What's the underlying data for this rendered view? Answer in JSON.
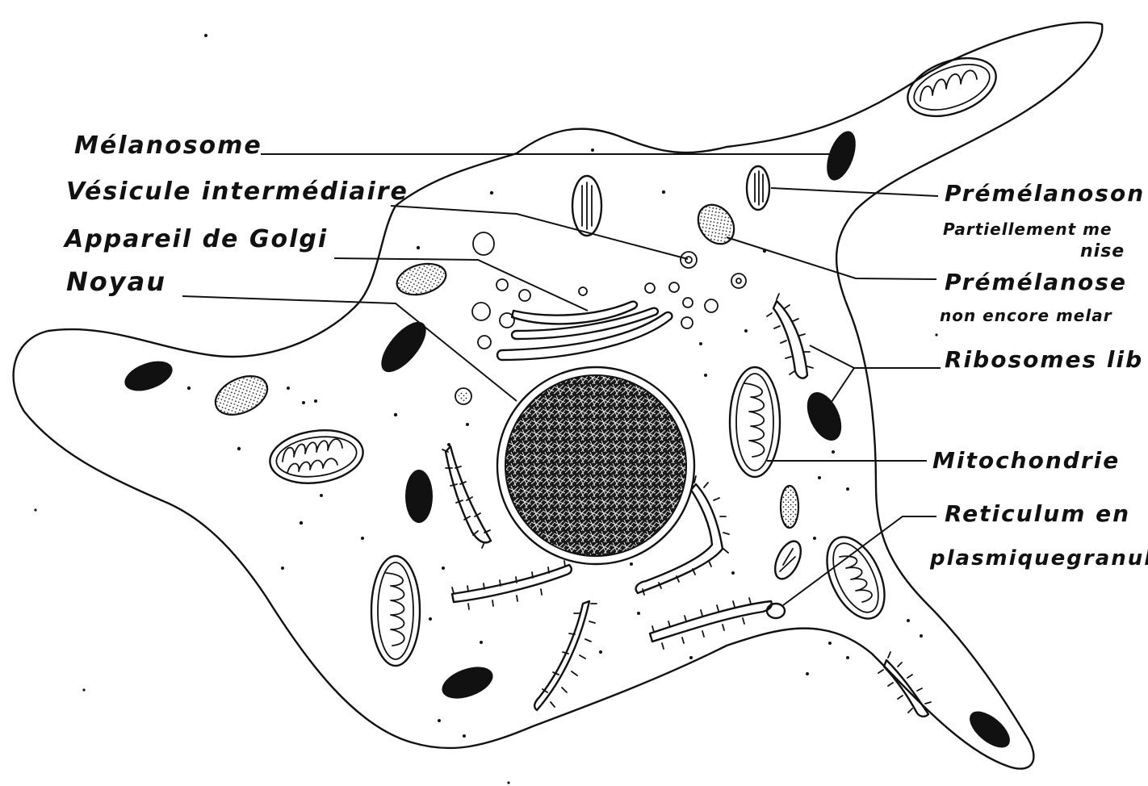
{
  "labels": {
    "melanosome": "Mélanosome",
    "vesicule": "Vésicule intermédiaire",
    "golgi": "Appareil de Golgi",
    "noyau": "Noyau",
    "premelanosome_1": "Prémélanoson",
    "premelanosome_1_line2": "Partiellement me",
    "premelanosome_1_line3": "nise",
    "premelanosome_2": "Prémélanose",
    "premelanosome_2_line2": "non encore melar",
    "ribosomes": "Ribosomes lib",
    "mitochondrie": "Mitochondrie",
    "reticulum": "Reticulum en",
    "reticulum_line2": "plasmiquegranul"
  },
  "colors": {
    "ink": "#111111",
    "paper": "#ffffff"
  }
}
